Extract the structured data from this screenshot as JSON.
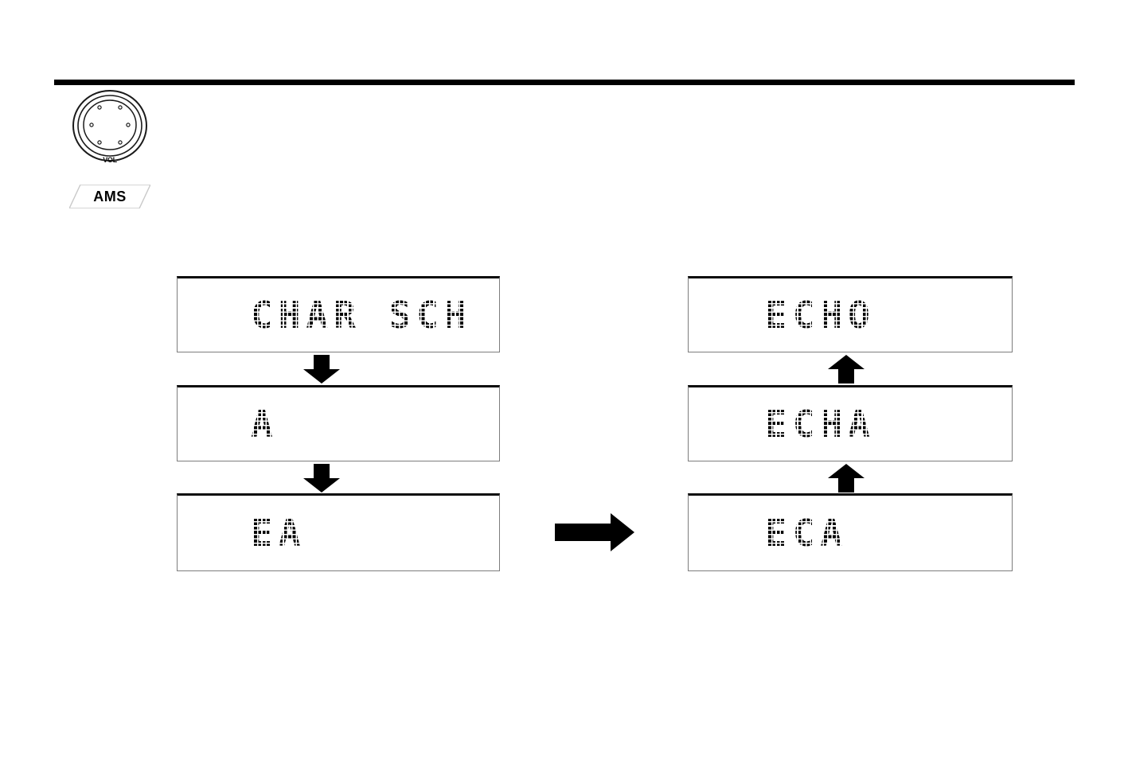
{
  "page": {
    "background_color": "#ffffff",
    "rule_color": "#000000"
  },
  "controls": {
    "knob": {
      "name": "volume-knob",
      "label": "VOL",
      "dot_count": 6
    },
    "ams_button": {
      "name": "ams-button",
      "label": "AMS"
    }
  },
  "diagram": {
    "left_column": [
      {
        "id": "char-sch",
        "display_text": "CHAR SCH"
      },
      {
        "id": "a",
        "display_text": "A"
      },
      {
        "id": "ea",
        "display_text": "EA"
      }
    ],
    "right_column": [
      {
        "id": "echo",
        "display_text": "ECHO"
      },
      {
        "id": "echa",
        "display_text": "ECHA"
      },
      {
        "id": "eca",
        "display_text": "ECA"
      }
    ],
    "arrows": [
      {
        "id": "arrow-down-1",
        "direction": "down",
        "icon": "arrow-down-icon"
      },
      {
        "id": "arrow-down-2",
        "direction": "down",
        "icon": "arrow-down-icon"
      },
      {
        "id": "arrow-up-1",
        "direction": "up",
        "icon": "arrow-up-icon"
      },
      {
        "id": "arrow-up-2",
        "direction": "up",
        "icon": "arrow-up-icon"
      },
      {
        "id": "arrow-right-1",
        "direction": "right",
        "icon": "arrow-right-icon"
      }
    ],
    "display_border_color": "#7d7d7d",
    "display_top_border_color": "#0b0b0b",
    "display_text_color": "#000000"
  }
}
